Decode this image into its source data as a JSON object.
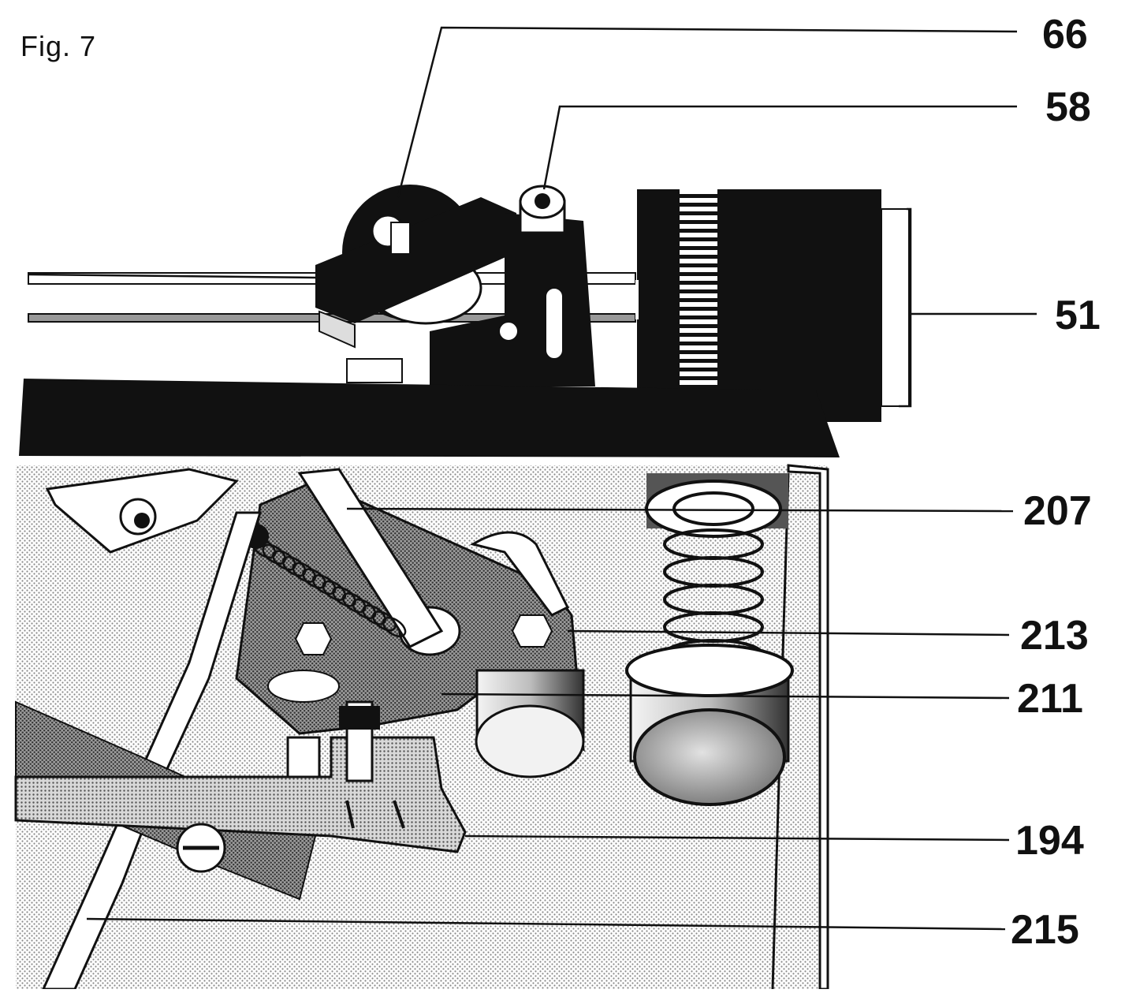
{
  "figure": {
    "title": "Fig. 7",
    "callouts": [
      {
        "id": "66",
        "label": "66"
      },
      {
        "id": "58",
        "label": "58"
      },
      {
        "id": "51",
        "label": "51"
      },
      {
        "id": "207",
        "label": "207"
      },
      {
        "id": "213",
        "label": "213"
      },
      {
        "id": "211",
        "label": "211"
      },
      {
        "id": "194",
        "label": "194"
      },
      {
        "id": "215",
        "label": "215"
      }
    ]
  },
  "colors": {
    "ink": "#111111",
    "paper": "#ffffff",
    "stipple_light": "#c9c9c9",
    "stipple_dark": "#7a7a7a"
  }
}
